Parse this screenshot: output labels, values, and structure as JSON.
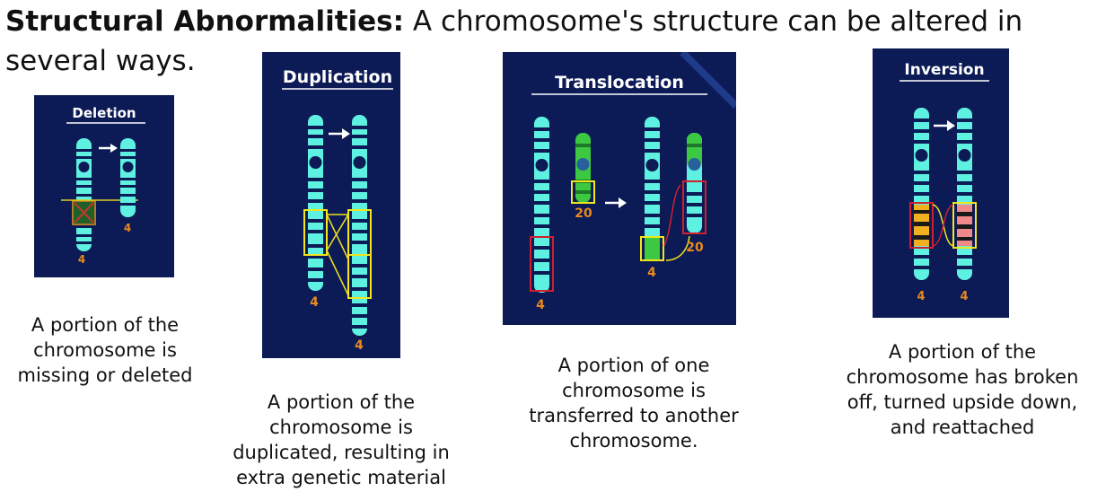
{
  "heading": {
    "bold": "Structural Abnormalities:",
    "rest": " A chromosome's structure can be altered in several ways."
  },
  "panels": {
    "deletion": {
      "title": "Deletion",
      "labels": [
        "4",
        "4"
      ],
      "caption": "A portion of the chromosome is missing or deleted"
    },
    "duplication": {
      "title": "Duplication",
      "labels": [
        "4",
        "4"
      ],
      "caption": "A portion of the chromosome is duplicated, resulting in extra genetic material"
    },
    "translocation": {
      "title": "Translocation",
      "labels": [
        "4",
        "20",
        "4",
        "20"
      ],
      "caption": "A portion of one chromosome is transferred to another chromosome."
    },
    "inversion": {
      "title": "Inversion",
      "labels": [
        "4",
        "4"
      ],
      "caption": "A portion of the chromosome has broken off, turned upside down, and reattached"
    }
  },
  "colors": {
    "panel_bg": "#0c1a56",
    "chromosome": "#5ef0e0",
    "band": "#0c1a56",
    "label": "#e88a1e",
    "highlight_yellow": "#f2e51c",
    "highlight_red": "#d0202c",
    "chromosome_green": "#3cc840",
    "centromere": "#2a5f9e"
  },
  "icons": [
    "right-arrow-icon",
    "curved-arrow-icon",
    "x-mark-icon"
  ]
}
